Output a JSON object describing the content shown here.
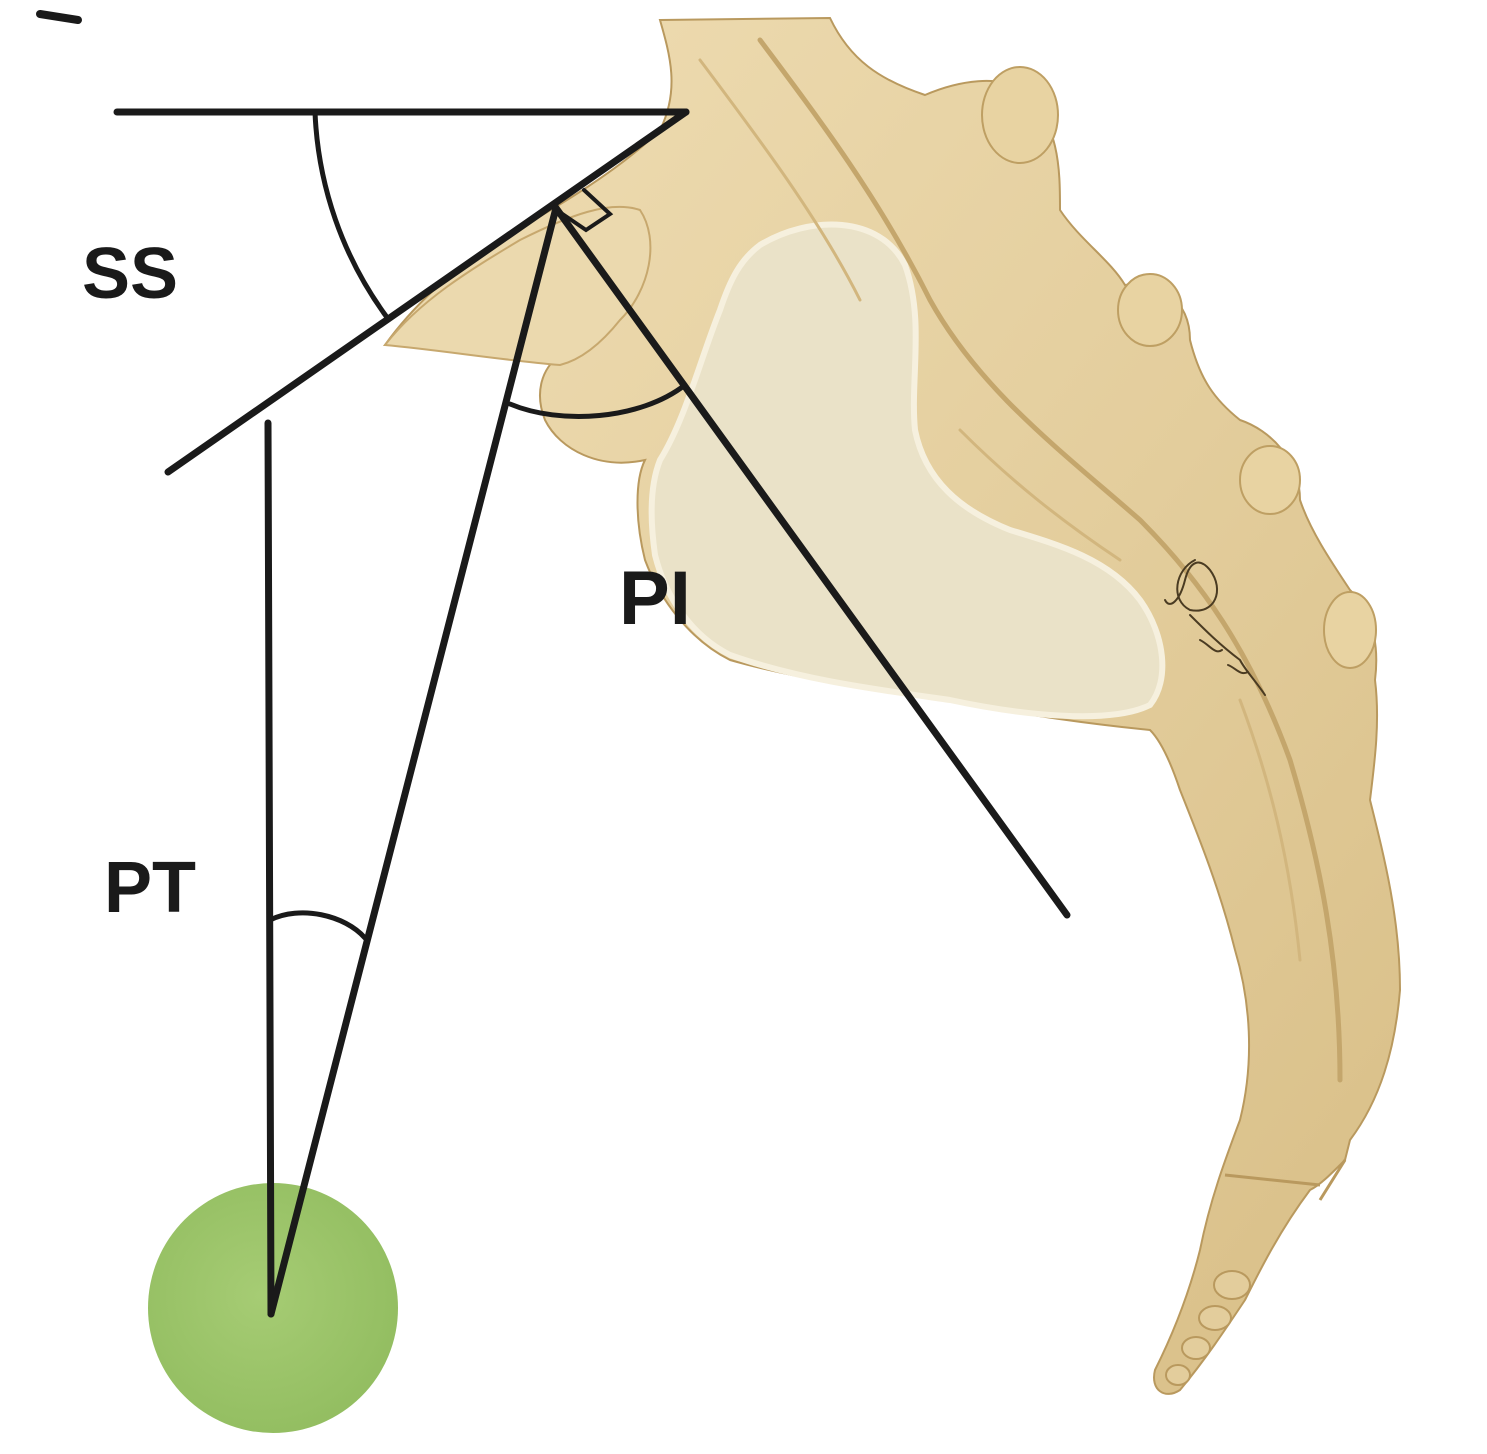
{
  "figure": {
    "labels": {
      "ss": "SS",
      "pi": "PI",
      "pt": "PT"
    },
    "colors": {
      "bone": "#E6D3A6",
      "bone_shadow": "#C9AE78",
      "bone_highlight": "#F3E6C4",
      "auricular_surface": "#E9E0C4",
      "femoral_head": "#9CC46A",
      "lines": "#1a1a1a"
    },
    "icons": {
      "signature": "artist-signature-icon"
    }
  }
}
